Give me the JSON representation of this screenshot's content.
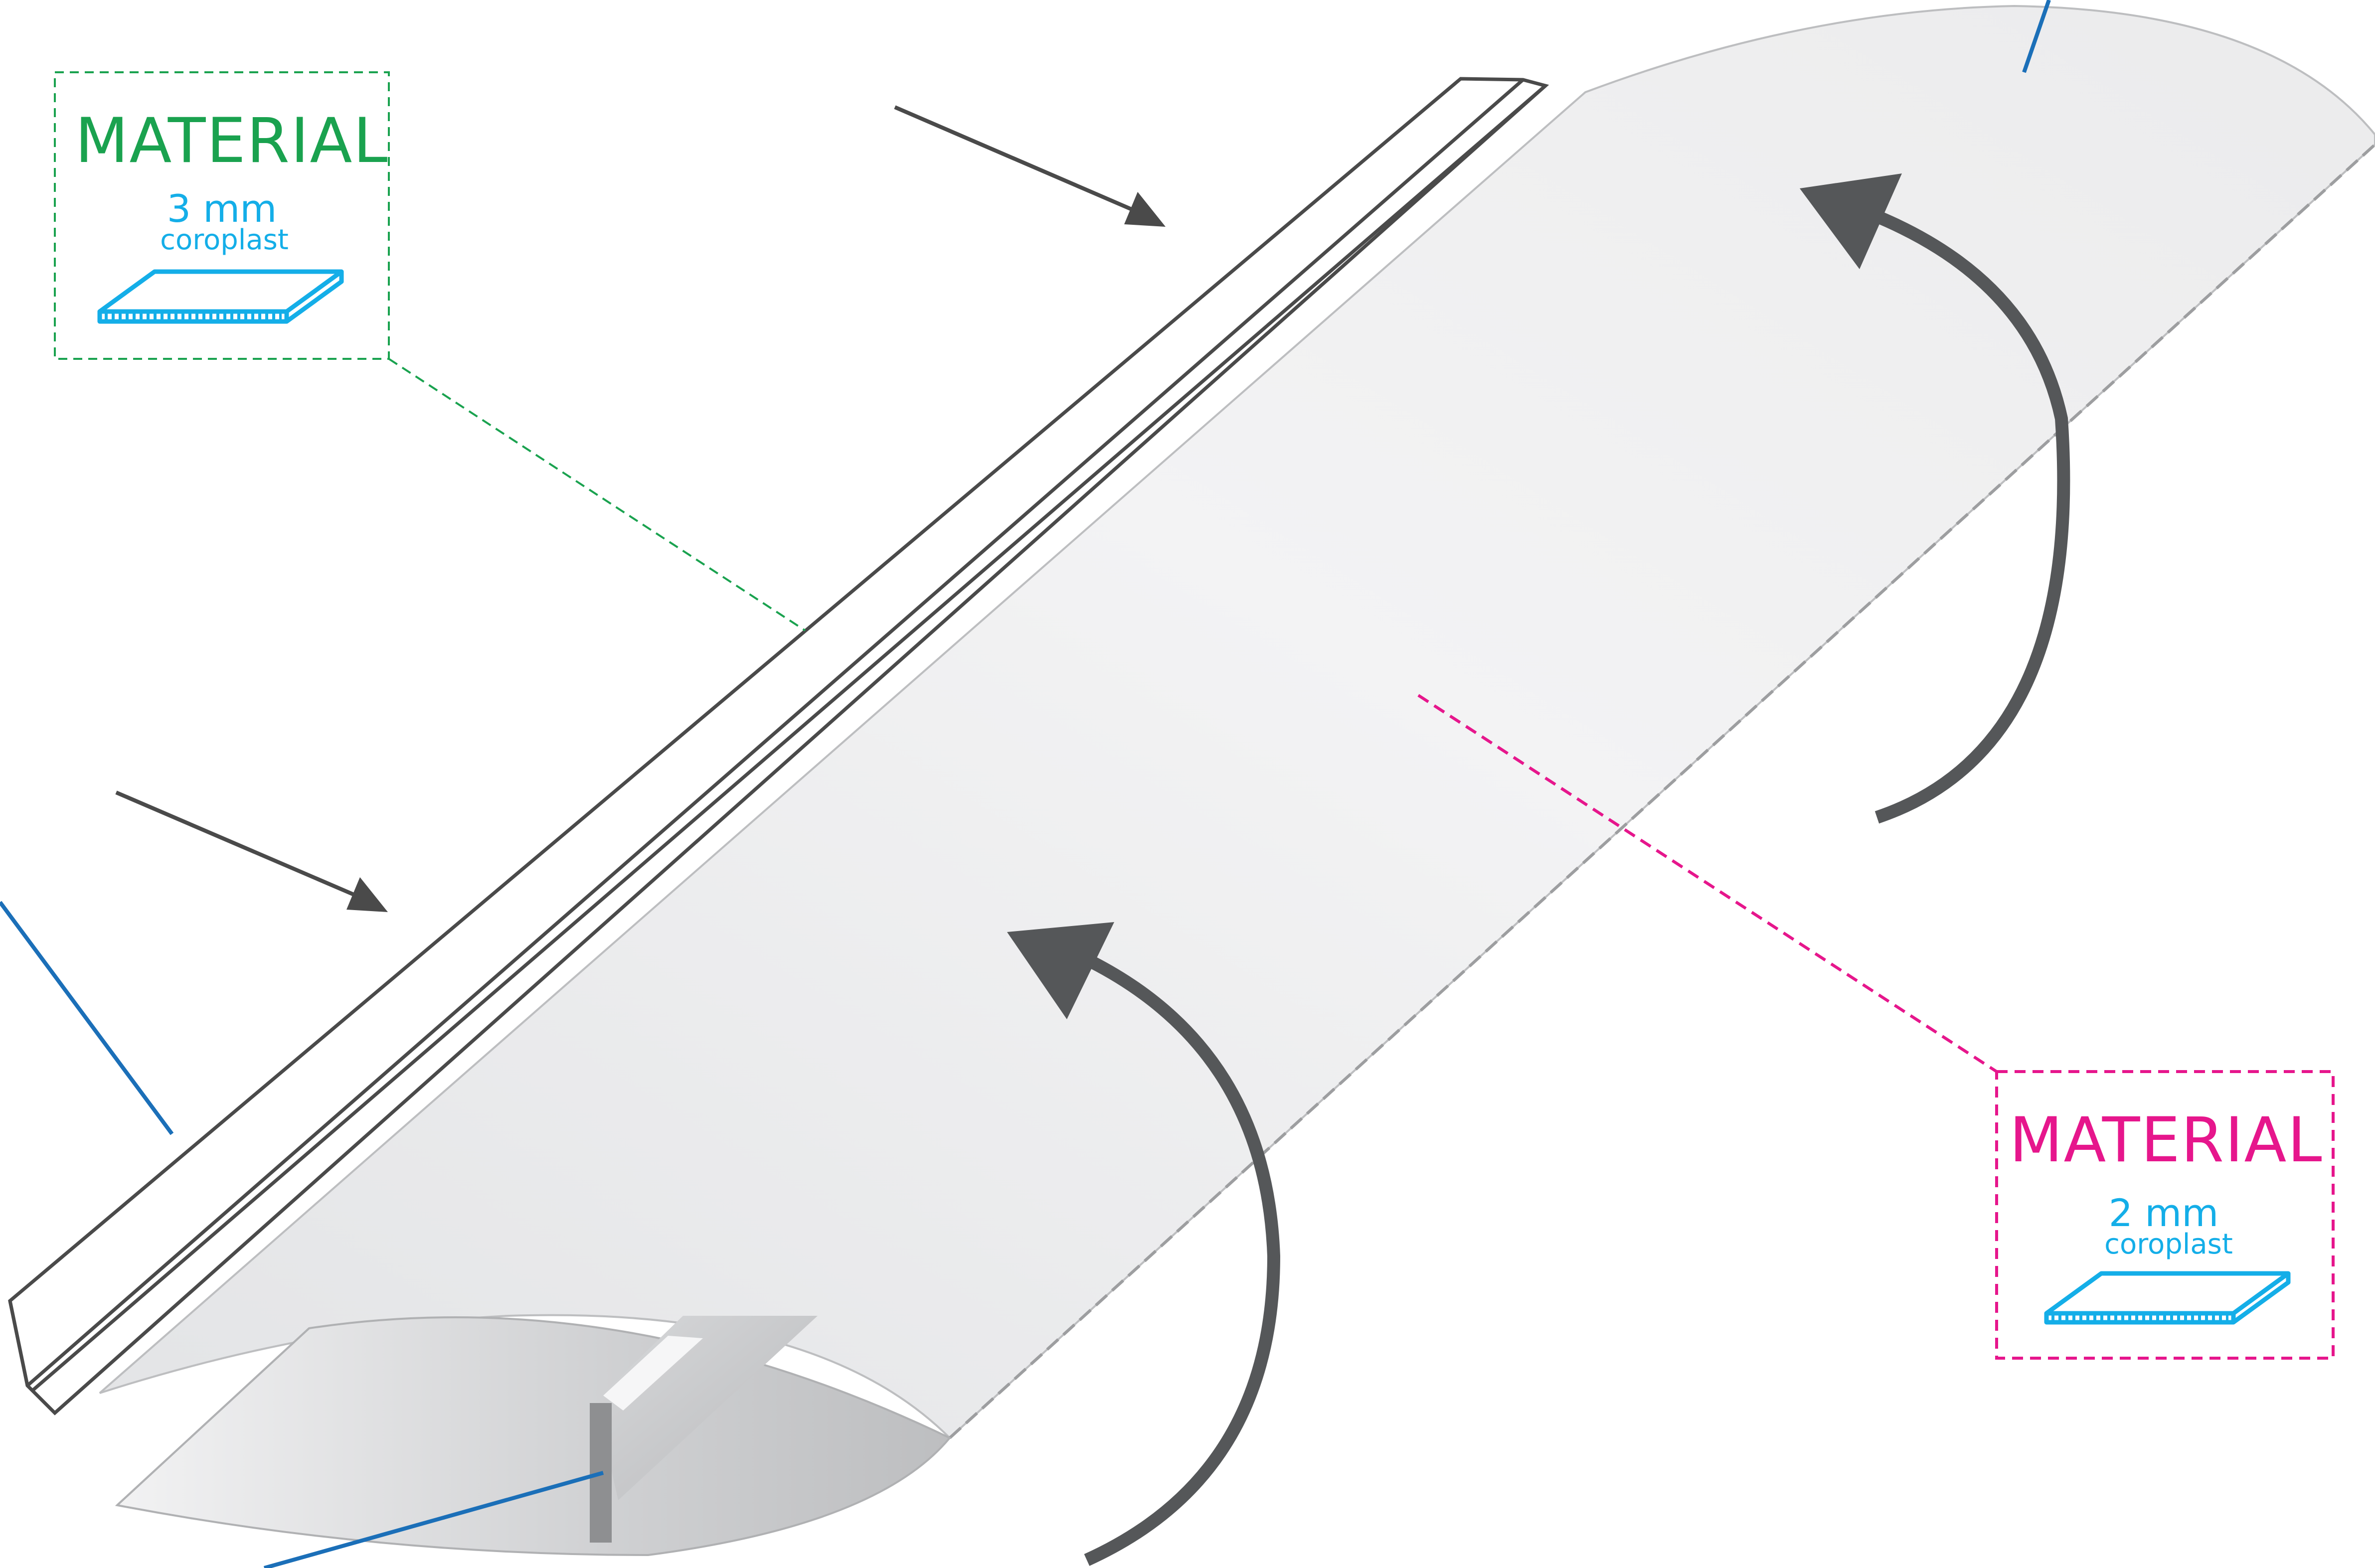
{
  "colors": {
    "green": "#1aa24f",
    "magenta": "#e6168c",
    "cyan": "#14aee8",
    "blue_line": "#1b6fb8",
    "arrow": "#555759",
    "outline": "#4a4a4a",
    "sheet_light": "#f0f0f1",
    "sheet_shadow": "#c4c5c7"
  },
  "callouts": {
    "material_3mm": {
      "title": "MATERIAL",
      "thickness": "3 mm",
      "name": "coroplast",
      "icon": "coroplast-sheet-icon"
    },
    "material_2mm": {
      "title": "MATERIAL",
      "thickness": "2 mm",
      "name": "coroplast",
      "icon": "coroplast-sheet-icon"
    }
  },
  "icons": {
    "push_arrow": "straight-arrow-icon",
    "fold_arrow": "curved-fold-arrow-icon"
  }
}
